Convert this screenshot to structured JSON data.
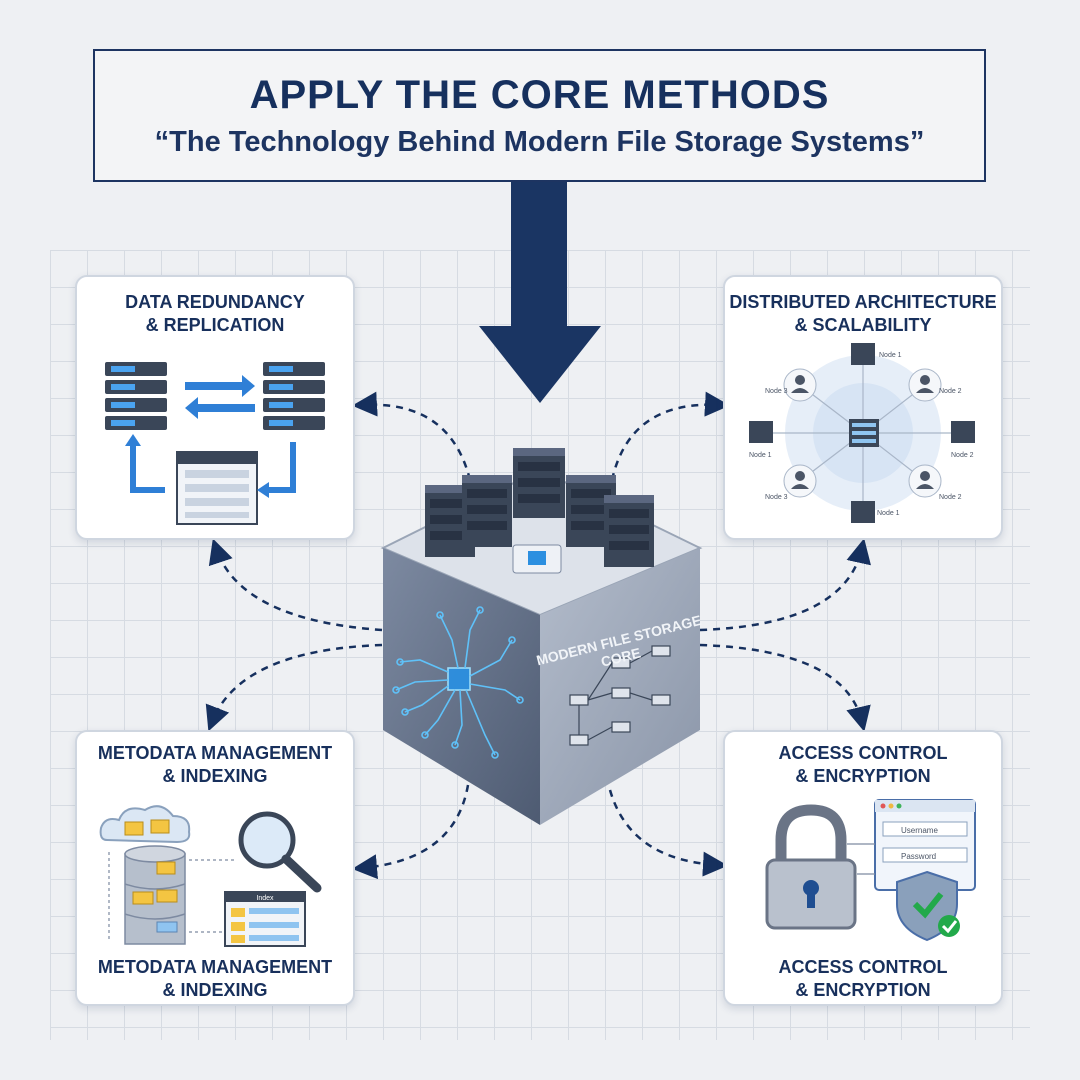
{
  "header": {
    "title": "APPLY THE CORE METHODS",
    "subtitle": "“The Technology Behind Modern File Storage Systems”"
  },
  "core": {
    "label_line1": "MODERN FILE STORAGE",
    "label_line2": "CORE"
  },
  "panels": {
    "top_left": {
      "line1": "DATA REDUNDANCY",
      "line2": "& REPLICATION"
    },
    "top_right": {
      "line1": "DISTRIBUTED ARCHITECTURE",
      "line2": "& SCALABILITY",
      "nodes": [
        "Node 1",
        "Node 2",
        "Node 3",
        "Node 1",
        "Node 2",
        "Node 3",
        "Node 1",
        "Node 2"
      ]
    },
    "bottom_left": {
      "line1": "METODATA MANAGEMENT",
      "line2": "& INDEXING",
      "footer_line1": "METODATA MANAGEMENT",
      "footer_line2": "& INDEXING",
      "index_label": "Index"
    },
    "bottom_right": {
      "line1": "ACCESS CONTROL",
      "line2": "& ENCRYPTION",
      "footer_line1": "ACCESS CONTROL",
      "footer_line2": "& ENCRYPTION",
      "username_placeholder": "Username",
      "password_placeholder": "Password"
    }
  },
  "colors": {
    "navy": "#16305e",
    "accent_blue": "#2f7fd6",
    "server_dark": "#3a4658",
    "success_green": "#22a94a"
  }
}
